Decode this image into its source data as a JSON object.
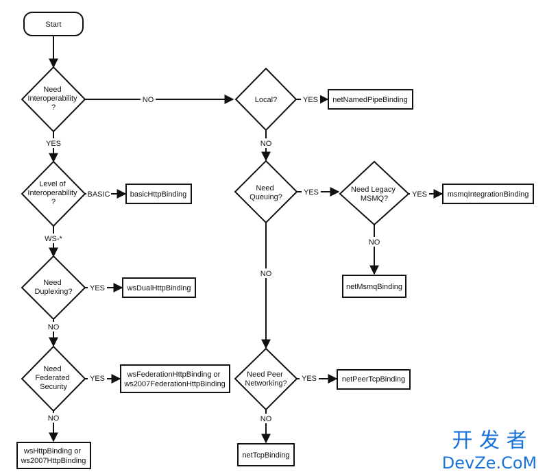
{
  "start": "Start",
  "decisions": {
    "interop": [
      "Need",
      "Interoperability",
      "?"
    ],
    "level": [
      "Level of",
      "Interoperability",
      "?"
    ],
    "duplex": [
      "Need",
      "Duplexing?"
    ],
    "federated": [
      "Need",
      "Federated",
      "Security"
    ],
    "local": [
      "Local?"
    ],
    "queuing": [
      "Need",
      "Queuing?"
    ],
    "legacy": [
      "Need Legacy",
      "MSMQ?"
    ],
    "peer": [
      "Need Peer",
      "Networking?"
    ]
  },
  "bindings": {
    "namedpipe": [
      "netNamedPipeBinding"
    ],
    "basichttp": [
      "basicHttpBinding"
    ],
    "msmqintegration": [
      "msmqIntegrationBinding"
    ],
    "dualhttp": [
      "wsDualHttpBinding"
    ],
    "netmsmq": [
      "netMsmqBinding"
    ],
    "federation": [
      "wsFederationHttpBinding or",
      "ws2007FederationHttpBinding"
    ],
    "peertcp": [
      "netPeerTcpBinding"
    ],
    "wshttp": [
      "wsHttpBinding or",
      "ws2007HttpBinding"
    ],
    "nettcp": [
      "netTcpBinding"
    ]
  },
  "edge_labels": {
    "yes": "YES",
    "no": "NO",
    "basic": "BASIC",
    "ws": "WS-*"
  },
  "watermark": {
    "cn": "开 发 者",
    "en": "DevZe.CoM",
    "color": "#1a73d9"
  }
}
